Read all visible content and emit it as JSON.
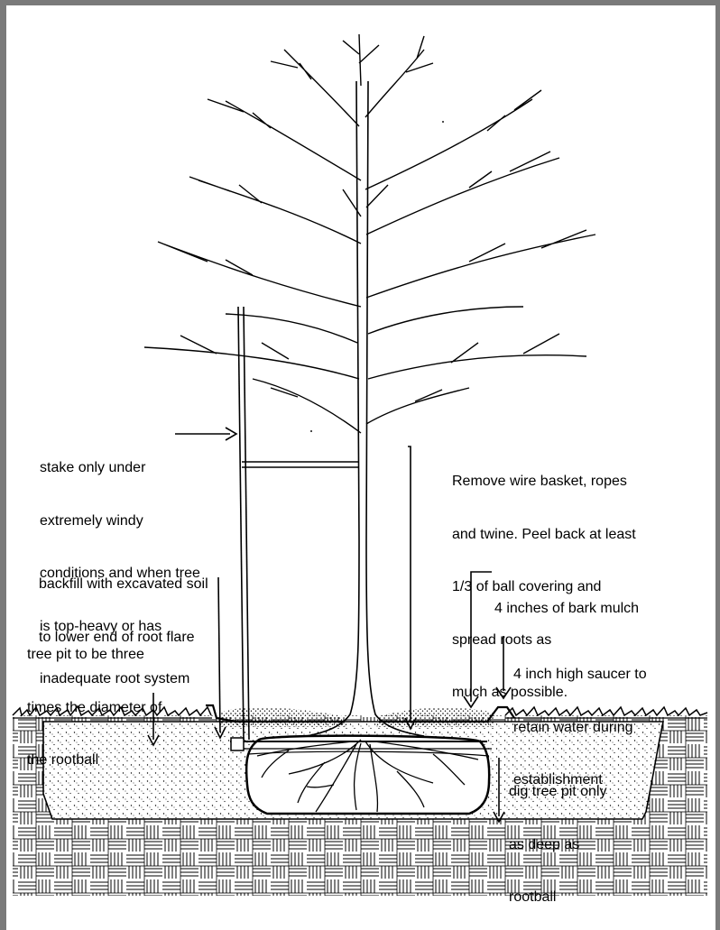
{
  "colors": {
    "frame": "#7a7a7a",
    "ink": "#000000",
    "paper": "#ffffff"
  },
  "labels": {
    "stake": [
      "stake only under",
      "extremely windy",
      "conditions and when tree",
      "is top-heavy or has",
      "inadequate root system"
    ],
    "remove": [
      "Remove wire basket, ropes",
      "and twine. Peel back at least",
      "1/3 of ball covering and",
      "spread roots as",
      "much as possible."
    ],
    "backfill": [
      "backfill with excavated soil",
      "to lower end of root flare"
    ],
    "mulch": [
      "4 inches of bark mulch"
    ],
    "pit": [
      "tree pit to be three",
      "times the diameter of",
      "the rootball"
    ],
    "saucer": [
      "4 inch high saucer to",
      "retain water during",
      "establishment"
    ],
    "dig": [
      "dig tree pit only",
      "as deep as",
      "rootball"
    ]
  }
}
